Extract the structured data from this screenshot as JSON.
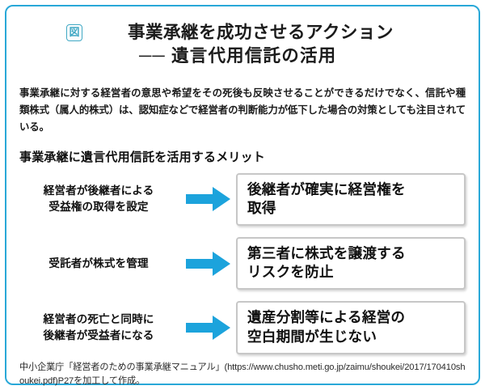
{
  "header": {
    "badge_icon": "figure-badge-icon",
    "badge_label": "図",
    "title_main": "事業承継を成功させるアクション",
    "title_sub": "── 遺言代用信託の活用"
  },
  "intro": {
    "paragraph": "事業承継に対する経営者の意思や希望をその死後も反映させることができるだけでなく、信託や種類株式（属人的株式）は、認知症などで経営者の判断能力が低下した場合の対策としても注目されている。"
  },
  "section": {
    "heading": "事業承継に遺言代用信託を活用するメリット"
  },
  "rows": [
    {
      "label_line1": "経営者が後継者による",
      "label_line2": "受益権の取得を設定",
      "arrow_icon": "right-arrow-icon",
      "outcome_line1": "後継者が確実に経営権を",
      "outcome_line2": "取得"
    },
    {
      "label_line1": "受託者が株式を管理",
      "label_line2": "",
      "arrow_icon": "right-arrow-icon",
      "outcome_line1": "第三者に株式を譲渡する",
      "outcome_line2": "リスクを防止"
    },
    {
      "label_line1": "経営者の死亡と同時に",
      "label_line2": "後継者が受益者になる",
      "arrow_icon": "right-arrow-icon",
      "outcome_line1": "遺産分割等による経営の",
      "outcome_line2": "空白期間が生じない"
    }
  ],
  "footer": {
    "source": "中小企業庁「経営者のための事業承継マニュアル」(https://www.chusho.meti.go.jp/zaimu/shoukei/2017/170410shoukei.pdf)P27を加工して作成。"
  },
  "colors": {
    "frame_border": "#29a8d8",
    "badge": "#3fa8c4",
    "arrow": "#1ca3dc",
    "box_border": "#c7c7c7",
    "text": "#111111"
  }
}
